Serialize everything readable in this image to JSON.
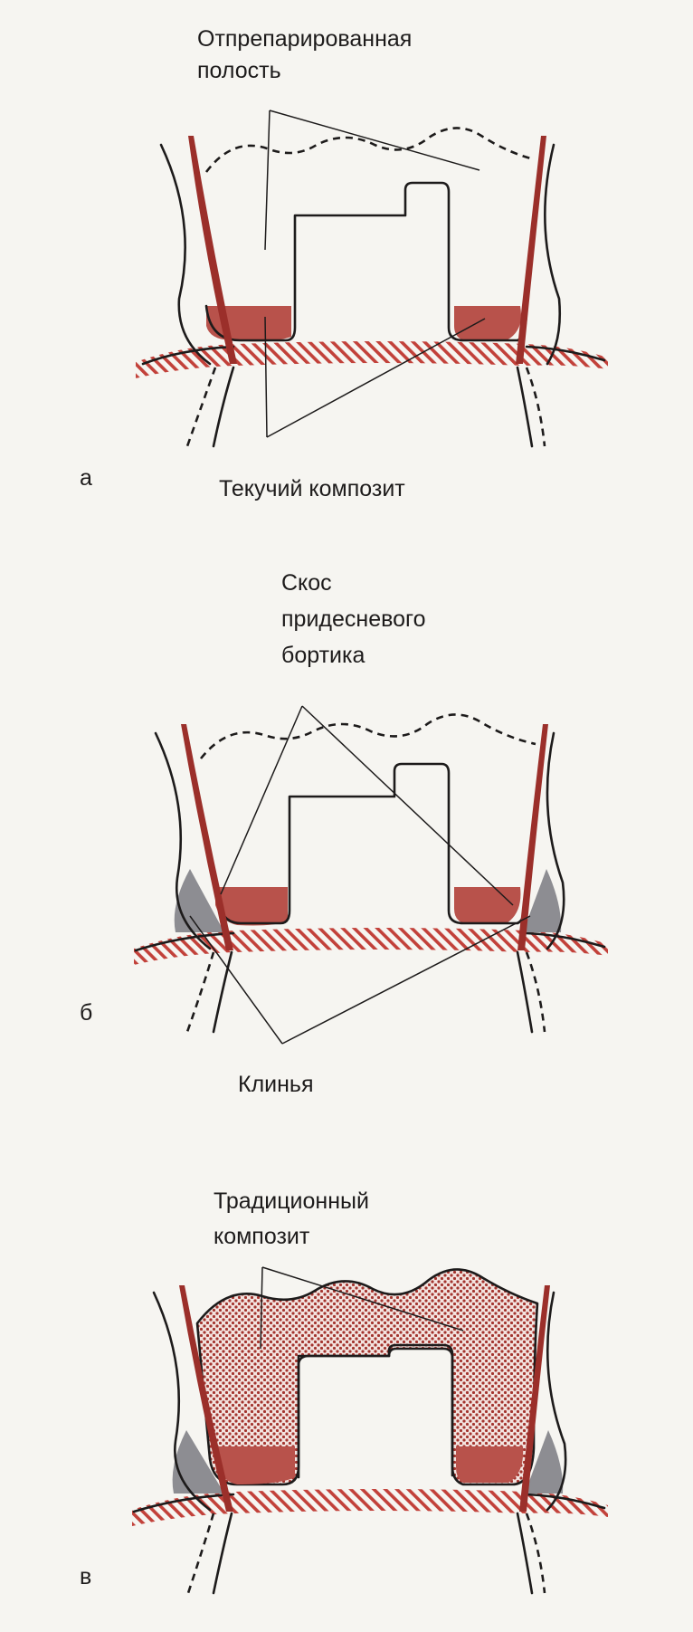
{
  "colors": {
    "background": "#f6f5f1",
    "ink": "#1d1b1b",
    "matrix_band": "#9b2f2a",
    "flowable_composite": "#b8524b",
    "hatch": "#c2413a",
    "wedge": "#8d8d92",
    "conventional_composite_dots": "#a3342e",
    "conventional_composite_fill": "#f3e3df"
  },
  "panels": [
    {
      "letter": "а",
      "labels": {
        "top": [
          "Отпрепарированная",
          "полость"
        ],
        "bottom": [
          "Текучий композит"
        ]
      }
    },
    {
      "letter": "б",
      "labels": {
        "top": [
          "Скос",
          "придесневого",
          "бортика"
        ],
        "bottom": [
          "Клинья"
        ]
      }
    },
    {
      "letter": "в",
      "labels": {
        "top": [
          "Традиционный",
          "композит"
        ]
      }
    }
  ]
}
